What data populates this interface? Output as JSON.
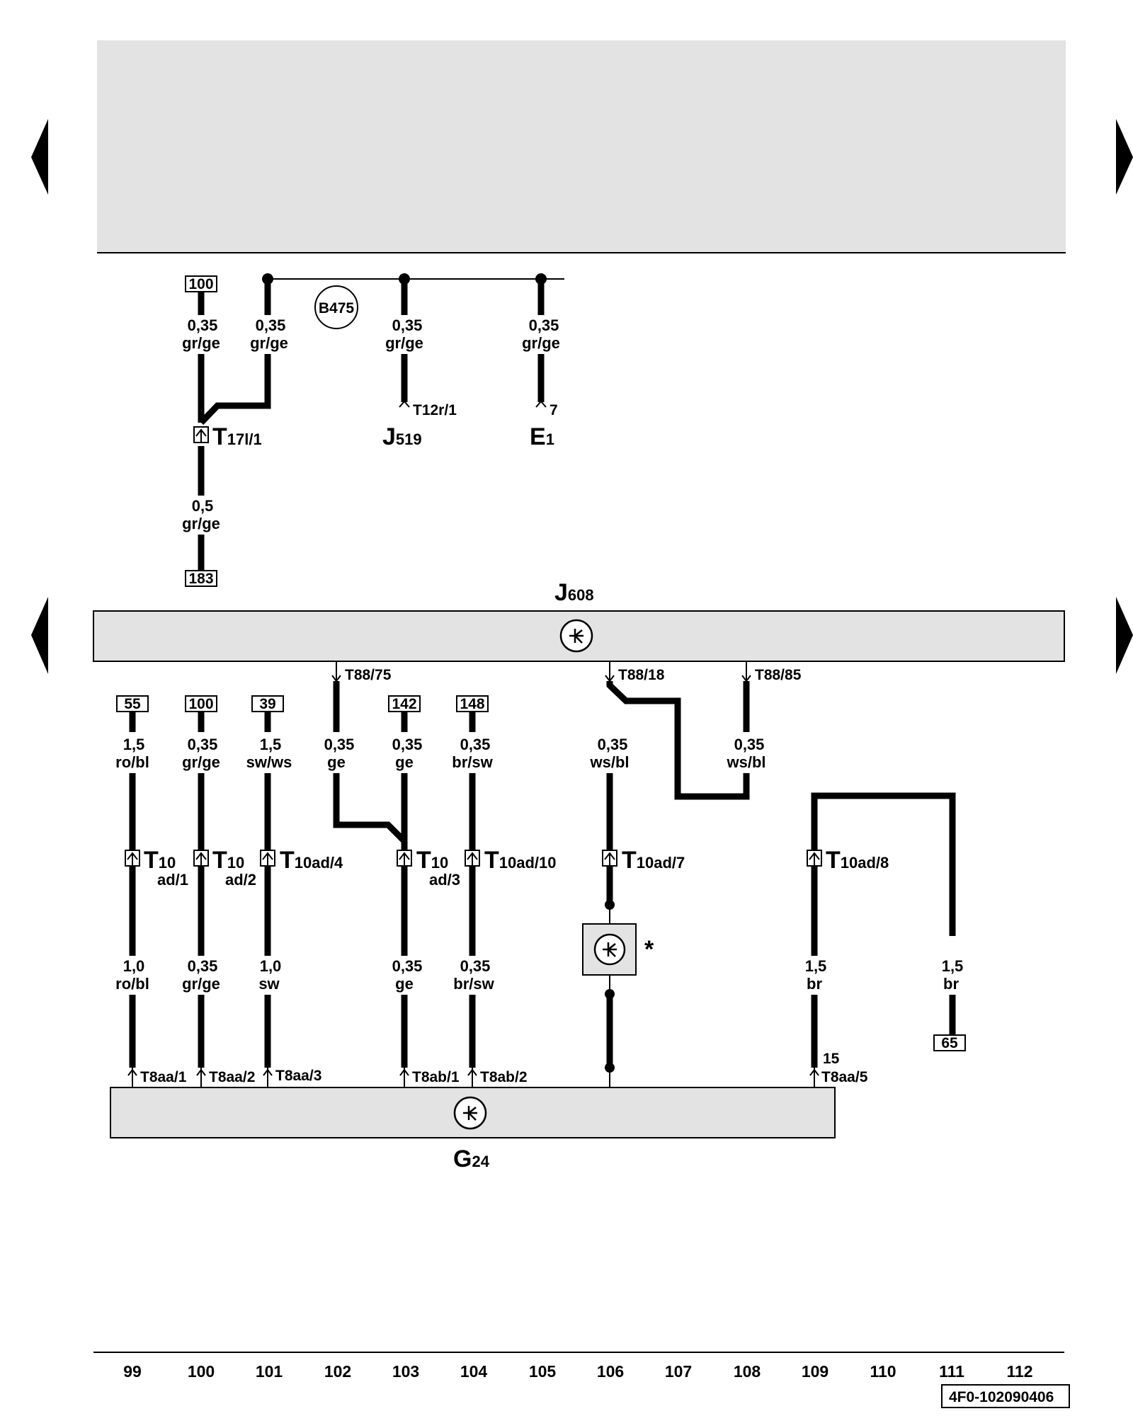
{
  "nav": {
    "arrow_left_top": "previous",
    "arrow_right_top": "next",
    "arrow_left_mid": "previous",
    "arrow_right_mid": "next"
  },
  "top": {
    "ref_100": "100",
    "ref_183": "183",
    "w1_size": "0,35",
    "w1_color": "gr/ge",
    "w2_size": "0,35",
    "w2_color": "gr/ge",
    "w3_size": "0,35",
    "w3_color": "gr/ge",
    "w4_size": "0,35",
    "w4_color": "gr/ge",
    "w5_size": "0,5",
    "w5_color": "gr/ge",
    "ground": "B475",
    "pin_t12r": "T12r/1",
    "pin_7": "7",
    "conn_t17_main": "T",
    "conn_t17_sub": "17l/1",
    "j519_main": "J",
    "j519_sub": "519",
    "e1_main": "E",
    "e1_sub": "1"
  },
  "j608": {
    "main": "J",
    "sub": "608",
    "pin75": "T88/75",
    "pin18": "T88/18",
    "pin85": "T88/85"
  },
  "bottom": {
    "refs": [
      "55",
      "100",
      "39",
      "142",
      "148",
      "65"
    ],
    "upper_wires": [
      {
        "size": "1,5",
        "color": "ro/bl"
      },
      {
        "size": "0,35",
        "color": "gr/ge"
      },
      {
        "size": "1,5",
        "color": "sw/ws"
      },
      {
        "size": "0,35",
        "color": "ge"
      },
      {
        "size": "0,35",
        "color": "ge"
      },
      {
        "size": "0,35",
        "color": "br/sw"
      },
      {
        "size": "0,35",
        "color": "ws/bl"
      },
      {
        "size": "0,35",
        "color": "ws/bl"
      }
    ],
    "lower_wires": [
      {
        "size": "1,0",
        "color": "ro/bl"
      },
      {
        "size": "0,35",
        "color": "gr/ge"
      },
      {
        "size": "1,0",
        "color": "sw"
      },
      {
        "size": "0,35",
        "color": "ge"
      },
      {
        "size": "0,35",
        "color": "br/sw"
      },
      {
        "size": "1,5",
        "color": "br"
      },
      {
        "size": "1,5",
        "color": "br"
      }
    ],
    "connectors": [
      {
        "main": "T",
        "sub": "10",
        "line2": "ad/1"
      },
      {
        "main": "T",
        "sub": "10",
        "line2": "ad/2"
      },
      {
        "main": "T",
        "sub": "10ad/4",
        "line2": ""
      },
      {
        "main": "T",
        "sub": "10",
        "line2": "ad/3"
      },
      {
        "main": "T",
        "sub": "10ad/10",
        "line2": ""
      },
      {
        "main": "T",
        "sub": "10ad/7",
        "line2": ""
      },
      {
        "main": "T",
        "sub": "10ad/8",
        "line2": ""
      }
    ],
    "g24_pins": [
      "T8aa/1",
      "T8aa/2",
      "T8aa/3",
      "T8ab/1",
      "T8ab/2",
      "T8aa/5"
    ],
    "pin_15": "15",
    "asterisk": "*",
    "g24_main": "G",
    "g24_sub": "24"
  },
  "footer": {
    "columns": [
      "99",
      "100",
      "101",
      "102",
      "103",
      "104",
      "105",
      "106",
      "107",
      "108",
      "109",
      "110",
      "111",
      "112"
    ],
    "doc_id": "4F0-102090406"
  },
  "colors": {
    "panel": "#e3e3e3",
    "wire": "#000000"
  }
}
